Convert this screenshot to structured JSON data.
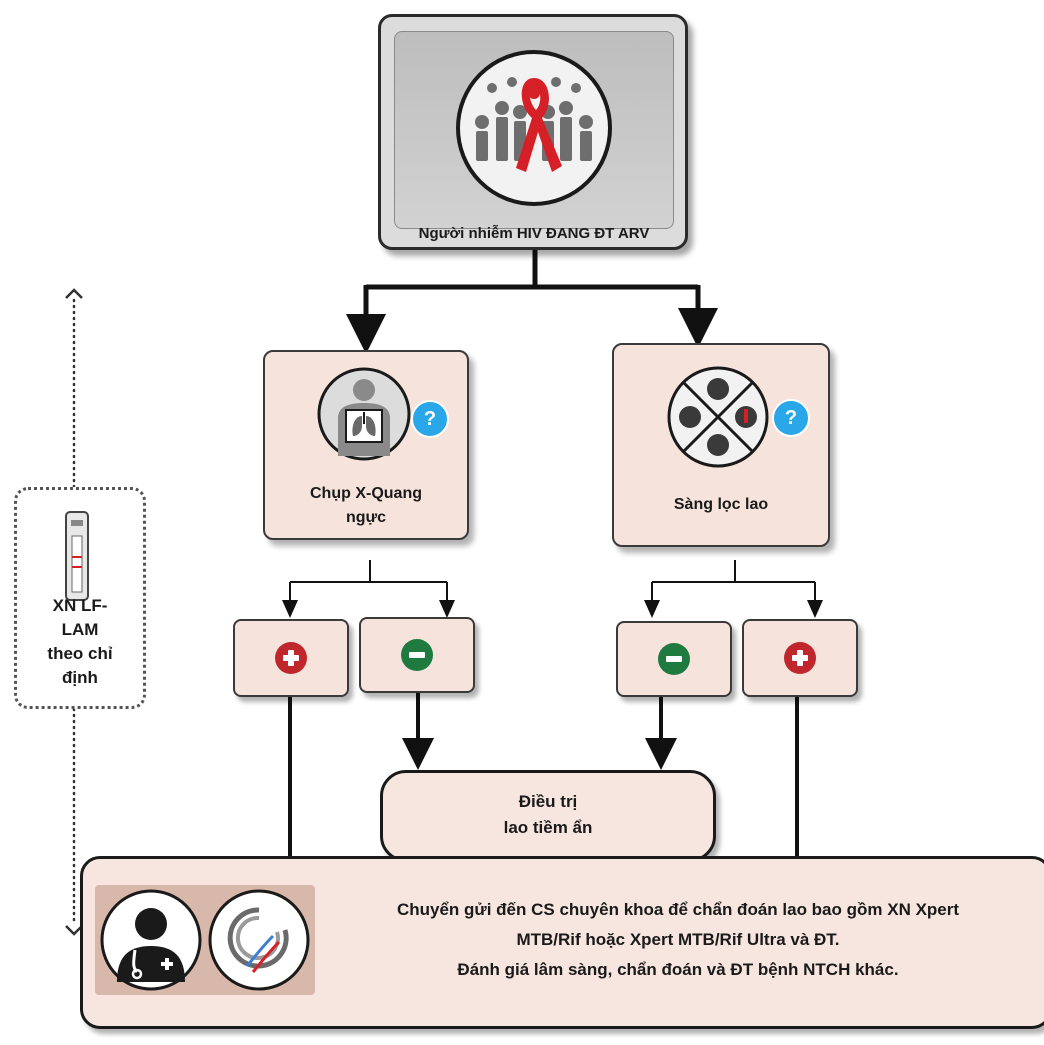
{
  "top": {
    "label": "Người nhiễm HIV ĐANG ĐT ARV"
  },
  "left_branch": {
    "label_line1": "Chụp X-Quang",
    "label_line2": "ngực",
    "badge": "?"
  },
  "right_branch": {
    "label": "Sàng lọc lao",
    "badge": "?"
  },
  "results": {
    "left_positive": "positive",
    "left_negative": "negative",
    "right_negative": "negative",
    "right_positive": "positive"
  },
  "treatment": {
    "line1": "Điều trị",
    "line2": "lao tiềm ẩn"
  },
  "referral": {
    "line1": "Chuyển gửi đến CS chuyên khoa để chẩn đoán lao bao gồm XN Xpert",
    "line2": "MTB/Rif hoặc Xpert MTB/Rif Ultra và ĐT.",
    "line3": "Đánh giá lâm sàng, chẩn đoán và ĐT bệnh NTCH khác."
  },
  "side_test": {
    "line1": "XN LF-",
    "line2": "LAM",
    "line3": "theo chỉ",
    "line4": "định"
  },
  "colors": {
    "positive": "#c0272d",
    "negative": "#1f7a3f",
    "box_fill": "#f5e3dc",
    "badge": "#2aa7e8",
    "ribbon": "#d42026"
  },
  "icons": {
    "top": "hiv-ribbon-people-icon",
    "left": "chest-xray-icon",
    "right": "symptom-screening-icon",
    "bottom_1": "doctor-icon",
    "bottom_2": "dna-test-icon",
    "side": "lateral-flow-strip-icon"
  }
}
